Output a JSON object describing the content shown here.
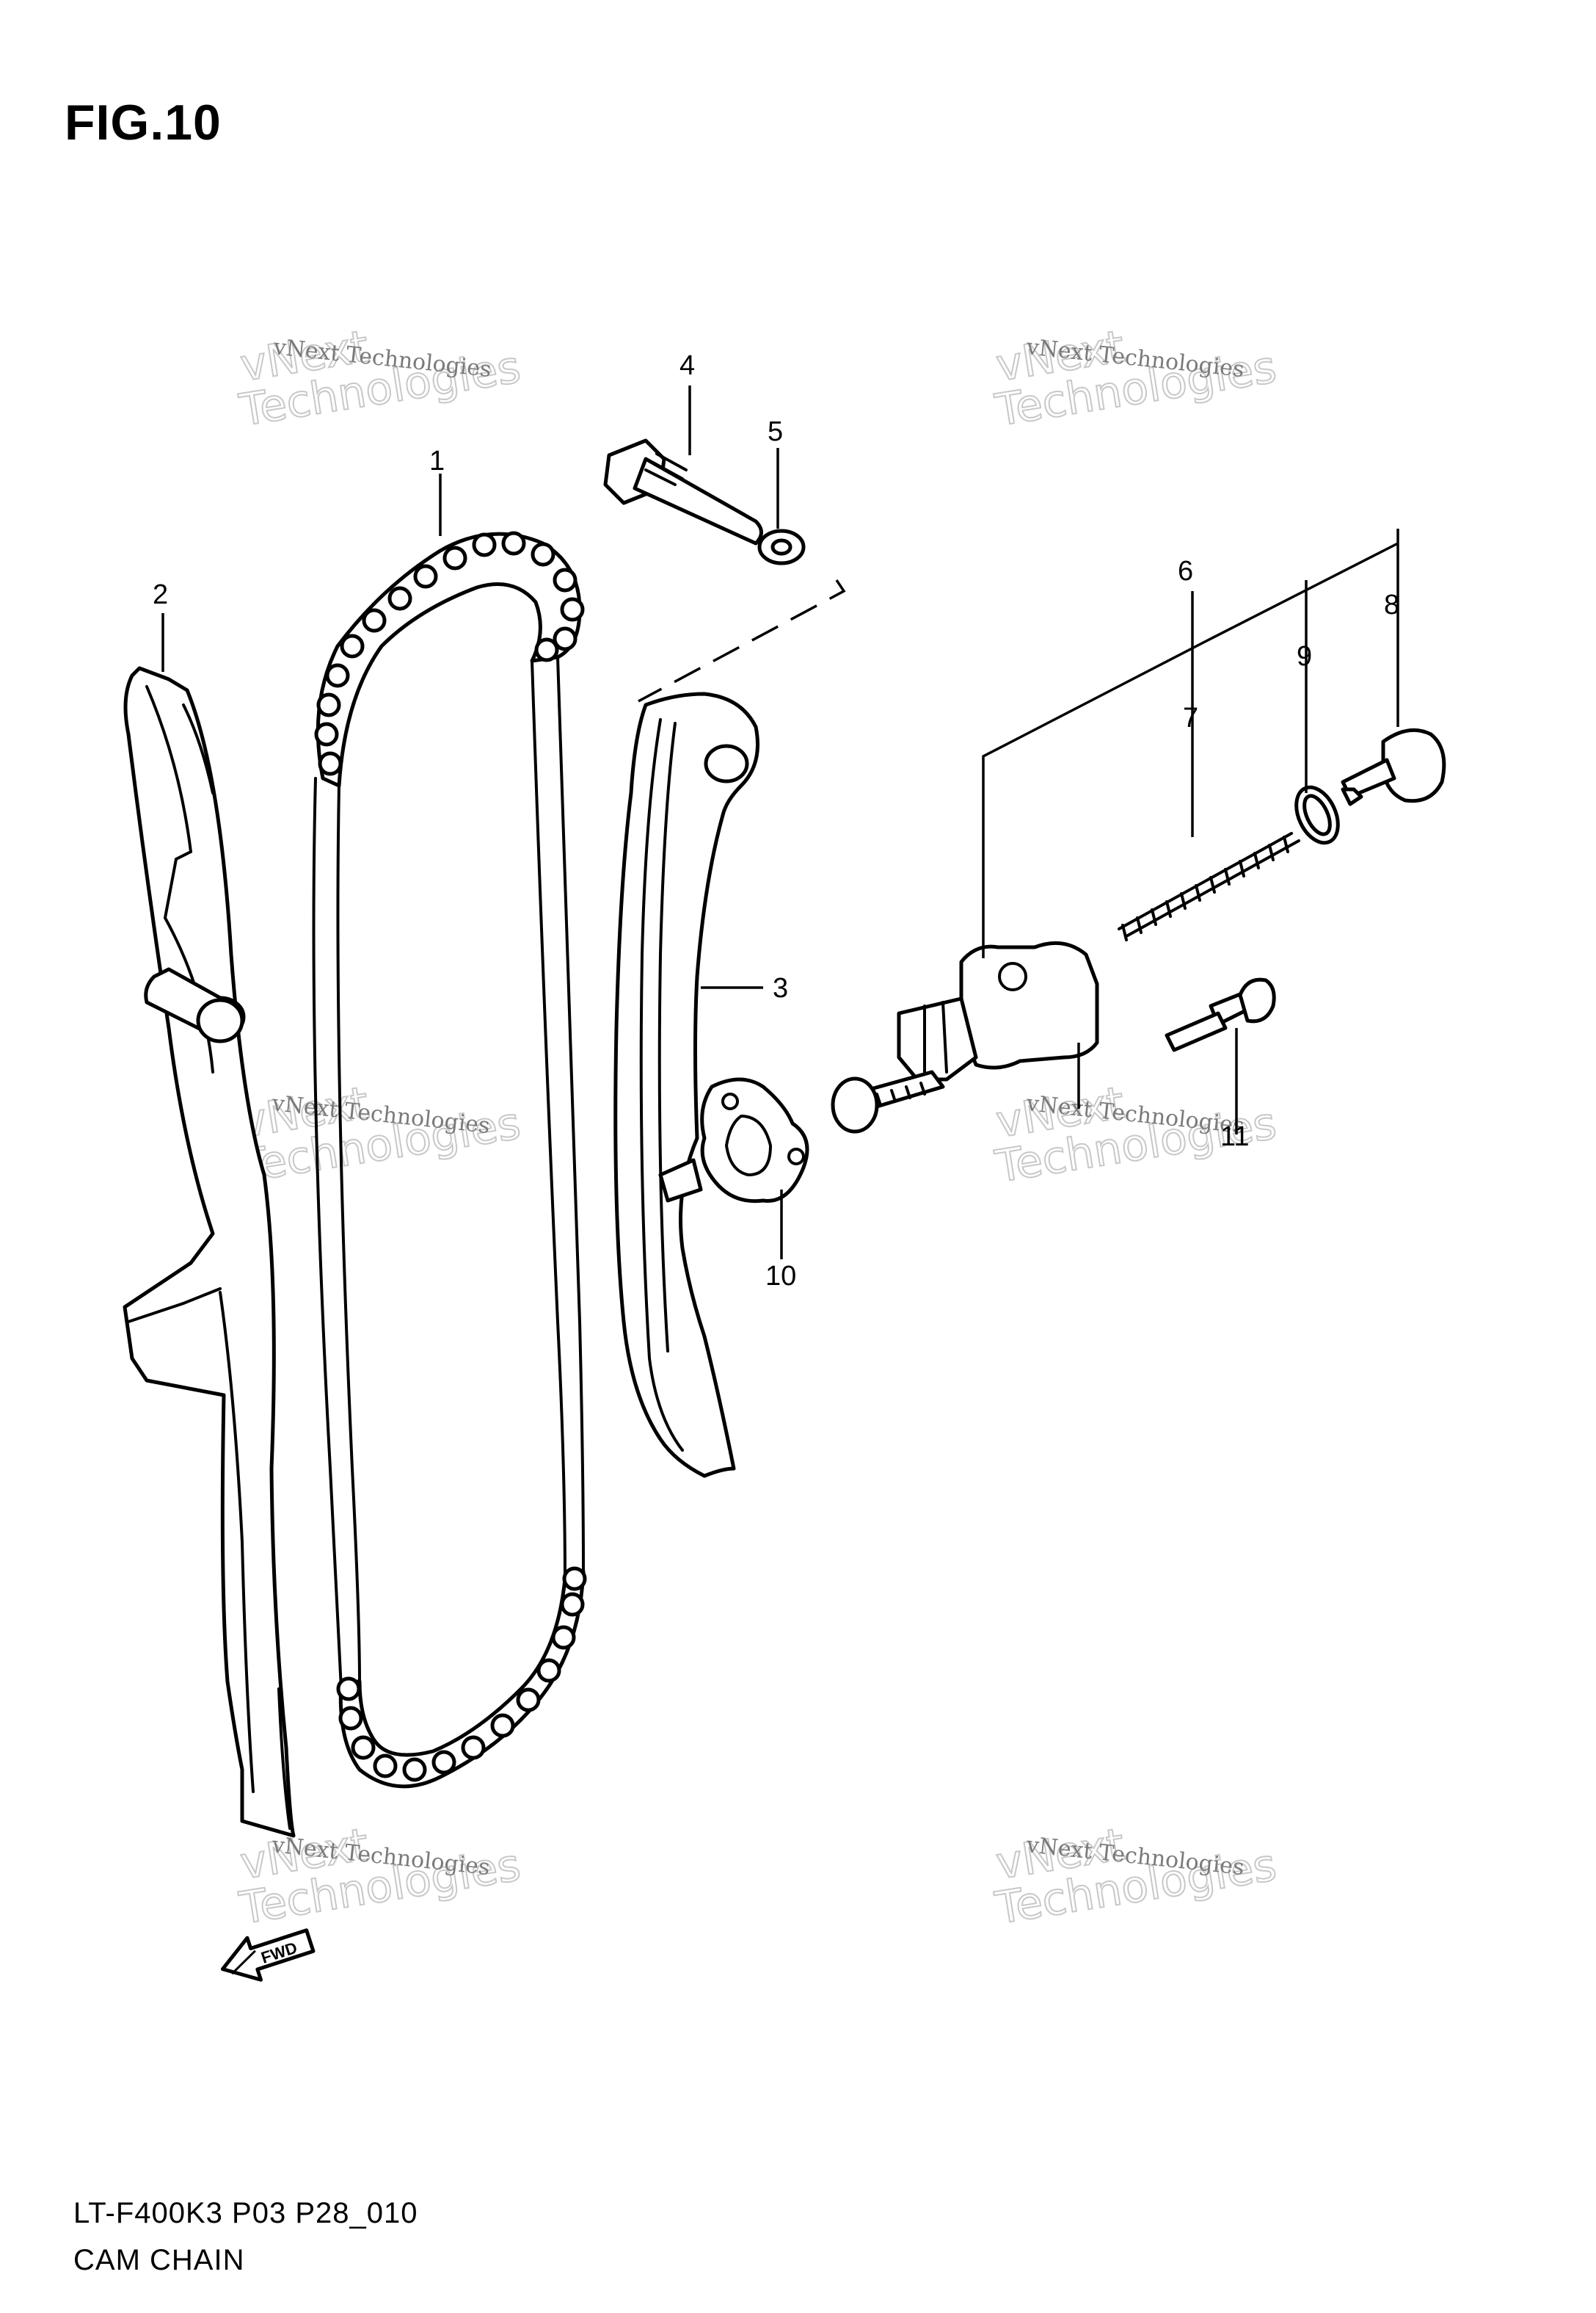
{
  "figure": {
    "title": "FIG.10"
  },
  "callouts": [
    "1",
    "2",
    "3",
    "4",
    "5",
    "6",
    "7",
    "8",
    "9",
    "10",
    "11"
  ],
  "watermark": {
    "line1": "vNext Technologies",
    "line2a": "vNext",
    "line2b": "Technologies"
  },
  "fwd_label": "FWD",
  "footer": {
    "code": "LT-F400K3 P03 P28_010",
    "name": "CAM CHAIN"
  }
}
